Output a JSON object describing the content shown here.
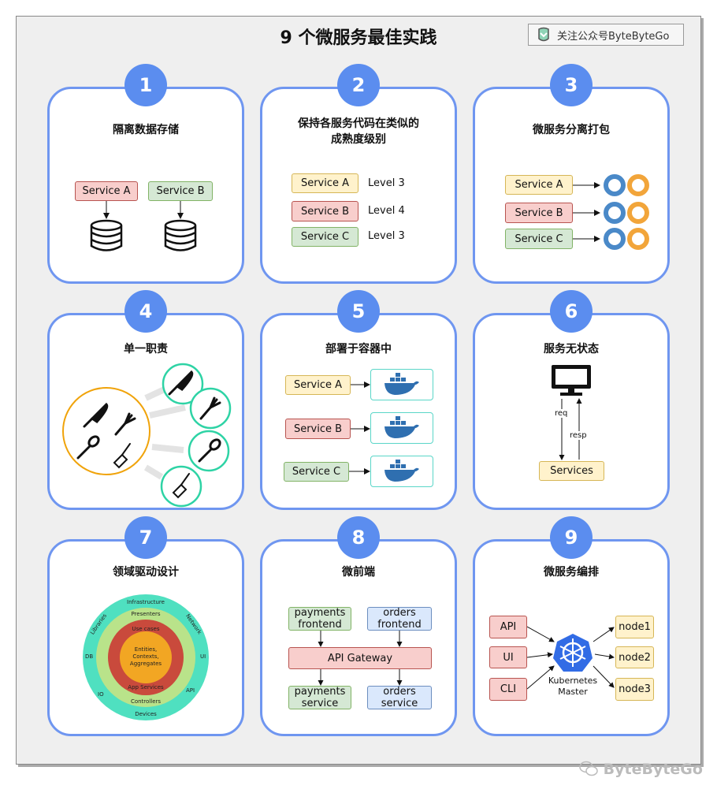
{
  "header": {
    "title": "9 个微服务最佳实践",
    "follow": "关注公众号ByteByteGo"
  },
  "cards": [
    {
      "num": "1",
      "title": "隔离数据存储",
      "services": [
        "Service A",
        "Service B"
      ]
    },
    {
      "num": "2",
      "title_l1": "保持各服务代码在类似的",
      "title_l2": "成熟度级别",
      "services": [
        "Service A",
        "Service B",
        "Service C"
      ],
      "levels": [
        "Level 3",
        "Level 4",
        "Level 3"
      ]
    },
    {
      "num": "3",
      "title": "微服务分离打包",
      "services": [
        "Service A",
        "Service B",
        "Service C"
      ]
    },
    {
      "num": "4",
      "title": "单一职责"
    },
    {
      "num": "5",
      "title": "部署于容器中",
      "services": [
        "Service A",
        "Service B",
        "Service C"
      ]
    },
    {
      "num": "6",
      "title": "服务无状态",
      "req": "req",
      "resp": "resp",
      "services": "Services"
    },
    {
      "num": "7",
      "title": "领域驱动设计",
      "layers": {
        "infrastructure": "Infrastructure",
        "presenters": "Presenters",
        "use_cases": "Use cases",
        "core_l1": "Entities,",
        "core_l2": "Contexts,",
        "core_l3": "Aggregates",
        "app_services": "App Services",
        "controllers": "Controllers",
        "devices": "Devices",
        "libraries": "Libraries",
        "network": "Network",
        "db": "DB",
        "ui": "UI",
        "io": "IO",
        "api": "API"
      }
    },
    {
      "num": "8",
      "title": "微前端",
      "pf_l1": "payments",
      "pf_l2": "frontend",
      "of_l1": "orders",
      "of_l2": "frontend",
      "gateway": "API Gateway",
      "ps_l1": "payments",
      "ps_l2": "service",
      "os_l1": "orders",
      "os_l2": "service"
    },
    {
      "num": "9",
      "title": "微服务编排",
      "clients": [
        "API",
        "UI",
        "CLI"
      ],
      "master_l1": "Kubernetes",
      "master_l2": "Master",
      "nodes": [
        "node1",
        "node2",
        "node3"
      ]
    }
  ],
  "watermark": "ByteByteGo"
}
